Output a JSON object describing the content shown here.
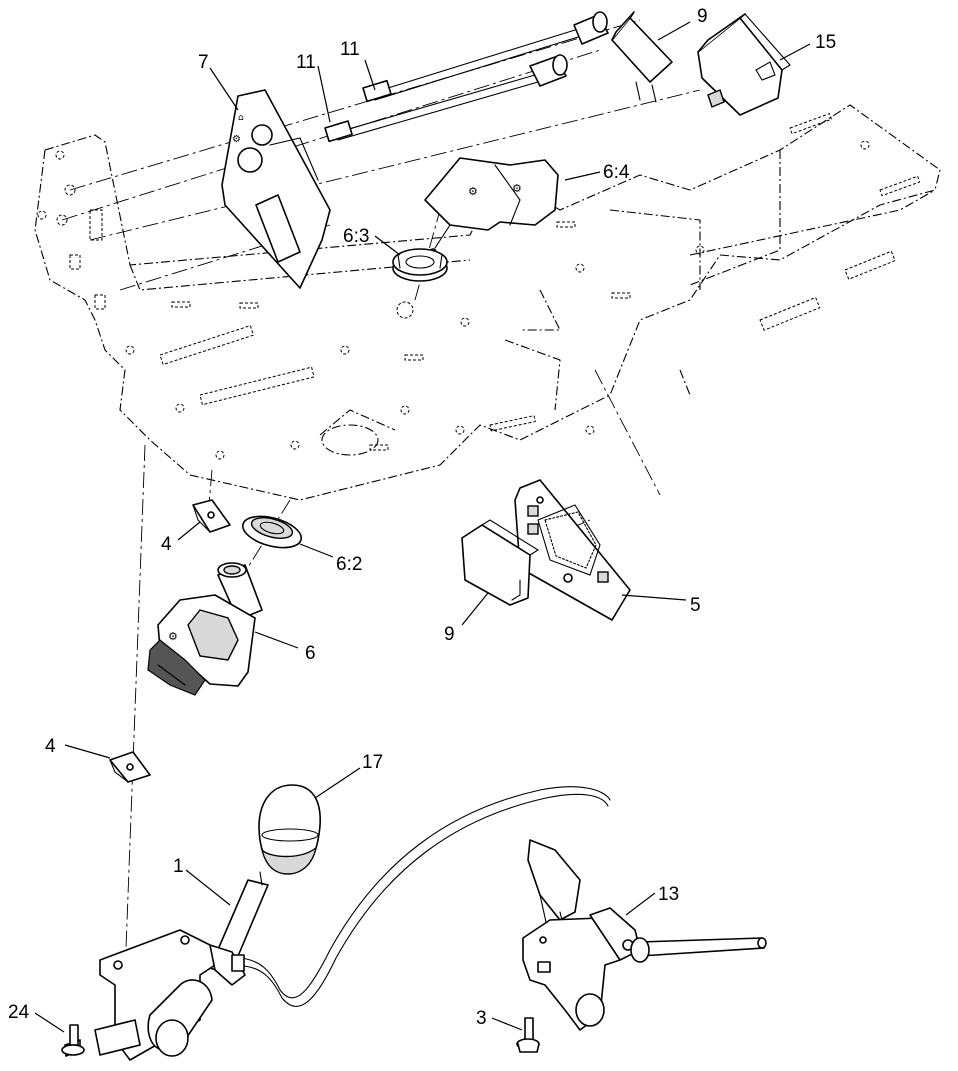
{
  "callouts": [
    {
      "id": "c1",
      "label": "1",
      "part": "shift-lever"
    },
    {
      "id": "c3",
      "label": "3",
      "part": "bolt"
    },
    {
      "id": "c4a",
      "label": "4",
      "part": "speed-nut"
    },
    {
      "id": "c4b",
      "label": "4",
      "part": "speed-nut"
    },
    {
      "id": "c5",
      "label": "5",
      "part": "switch-plate"
    },
    {
      "id": "c6",
      "label": "6",
      "part": "ignition-switch"
    },
    {
      "id": "c62",
      "label": "6:2",
      "part": "switch-ring"
    },
    {
      "id": "c63",
      "label": "6:3",
      "part": "switch-nut"
    },
    {
      "id": "c64",
      "label": "6:4",
      "part": "switch-key"
    },
    {
      "id": "c7",
      "label": "7",
      "part": "decal-plate"
    },
    {
      "id": "c9a",
      "label": "9",
      "part": "plug"
    },
    {
      "id": "c9b",
      "label": "9",
      "part": "plug"
    },
    {
      "id": "c11a",
      "label": "11",
      "part": "indicator-light"
    },
    {
      "id": "c11b",
      "label": "11",
      "part": "indicator-light"
    },
    {
      "id": "c13",
      "label": "13",
      "part": "throttle-lever"
    },
    {
      "id": "c15",
      "label": "15",
      "part": "switch-module"
    },
    {
      "id": "c17",
      "label": "17",
      "part": "knob"
    },
    {
      "id": "c24",
      "label": "24",
      "part": "bolt"
    }
  ]
}
